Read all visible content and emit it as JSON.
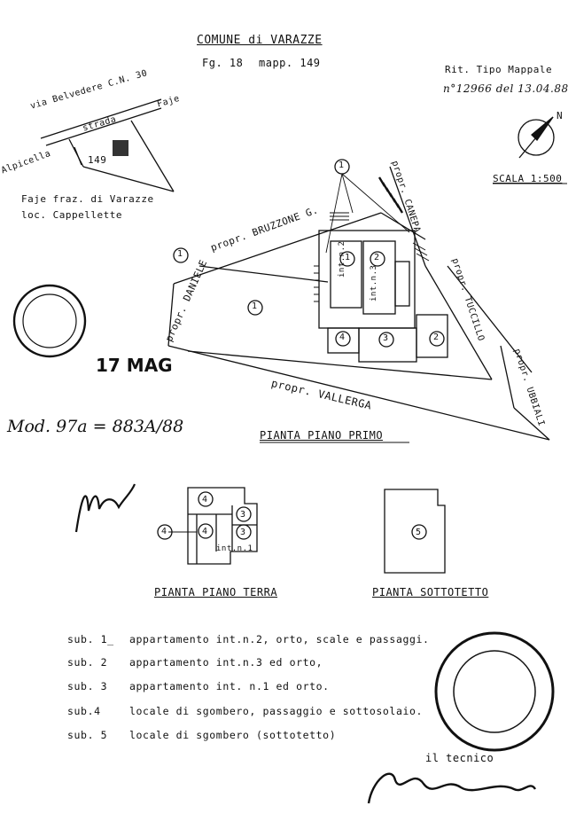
{
  "header": {
    "comune": "COMUNE di VARAZZE",
    "foglio": "Fg. 18",
    "mappale": "mapp. 149",
    "rit_tipo": "Rit. Tipo Mappale",
    "rit_numero": "n°12966 del 13.04.88",
    "scala": "SCALA 1:500",
    "north": "N"
  },
  "location_map": {
    "via": "via Belvedere C.N. 30",
    "strada": "strada",
    "faje": "Faje",
    "alpicella": "Alpicella",
    "parcel": "149",
    "place_line1": "Faje  fraz. di Varazze",
    "place_line2": "loc.  Cappellette"
  },
  "stamps": {
    "received": "17 MAG",
    "model_ref": "Mod. 97a = 883A/88"
  },
  "first_floor": {
    "title": "PIANTA PIANO PRIMO",
    "neighbors": {
      "bruzzone": "propr. BRUZZONE G.",
      "daniele": "propr. DANIELE",
      "canepa": "propr. CANEPA",
      "tuccillo": "propr. TUCCILLO",
      "ubbiali": "propr. UBBIALI",
      "vallerga": "propr. VALLERGA"
    },
    "subs": [
      "1",
      "1",
      "1",
      "2",
      "2",
      "3",
      "4"
    ],
    "int_labels": [
      "int.n.2",
      "int.n.3"
    ]
  },
  "ground_floor": {
    "title": "PIANTA PIANO TERRA",
    "subs": [
      "4",
      "4",
      "4",
      "3",
      "3"
    ],
    "int_label": "int.n.1"
  },
  "attic": {
    "title": "PIANTA SOTTOTETTO",
    "sub": "5"
  },
  "legend": [
    {
      "sub": "sub. 1_",
      "text": "appartamento int.n.2, orto, scale e passaggi."
    },
    {
      "sub": "sub. 2",
      "text": "appartamento int.n.3 ed orto,"
    },
    {
      "sub": "sub. 3",
      "text": "appartamento int. n.1 ed orto."
    },
    {
      "sub": "sub.4",
      "text": "locale di sgombero, passaggio e sottosolaio."
    },
    {
      "sub": "sub. 5",
      "text": "locale di sgombero (sottotetto)"
    }
  ],
  "signature": {
    "label": "il tecnico"
  }
}
